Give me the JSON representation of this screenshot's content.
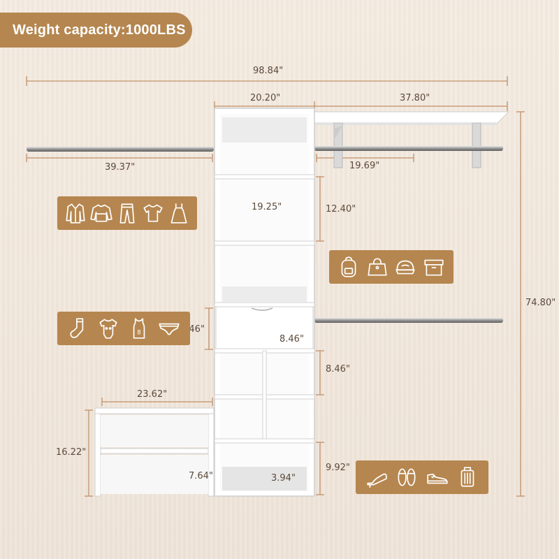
{
  "banner": {
    "text": "Weight capacity:1000LBS"
  },
  "dimensions": {
    "overall_width": "98.84\"",
    "tower_width": "20.20\"",
    "right_section_width": "37.80\"",
    "left_rod_length": "39.37\"",
    "right_rod_length": "19.69\"",
    "inner_width": "19.25\"",
    "upper_cubby_height": "12.40\"",
    "overall_height": "74.80\"",
    "drawer_height": "8.46\"",
    "cube_width": "8.46\"",
    "cube_height": "8.46\"",
    "shoe_rack_width": "23.62\"",
    "shoe_rack_height": "16.22\"",
    "bottom_height": "9.92\"",
    "plinth_height": "7.64\"",
    "plinth_depth": "3.94\""
  },
  "icon_groups": {
    "clothes": [
      "jacket-icon",
      "sweater-icon",
      "pants-icon",
      "tshirt-icon",
      "dress-icon"
    ],
    "accessories": [
      "backpack-icon",
      "handbag-icon",
      "cap-icon",
      "storage-box-icon"
    ],
    "small_items": [
      "sock-icon",
      "baby-onesie-icon",
      "tank-top-icon",
      "underwear-icon"
    ],
    "footwear": [
      "high-heel-icon",
      "slippers-icon",
      "sneaker-icon",
      "suitcase-icon"
    ]
  },
  "colors": {
    "accent": "#b5864f",
    "dimension_line": "#c0916a",
    "text": "#5b4a3b"
  }
}
